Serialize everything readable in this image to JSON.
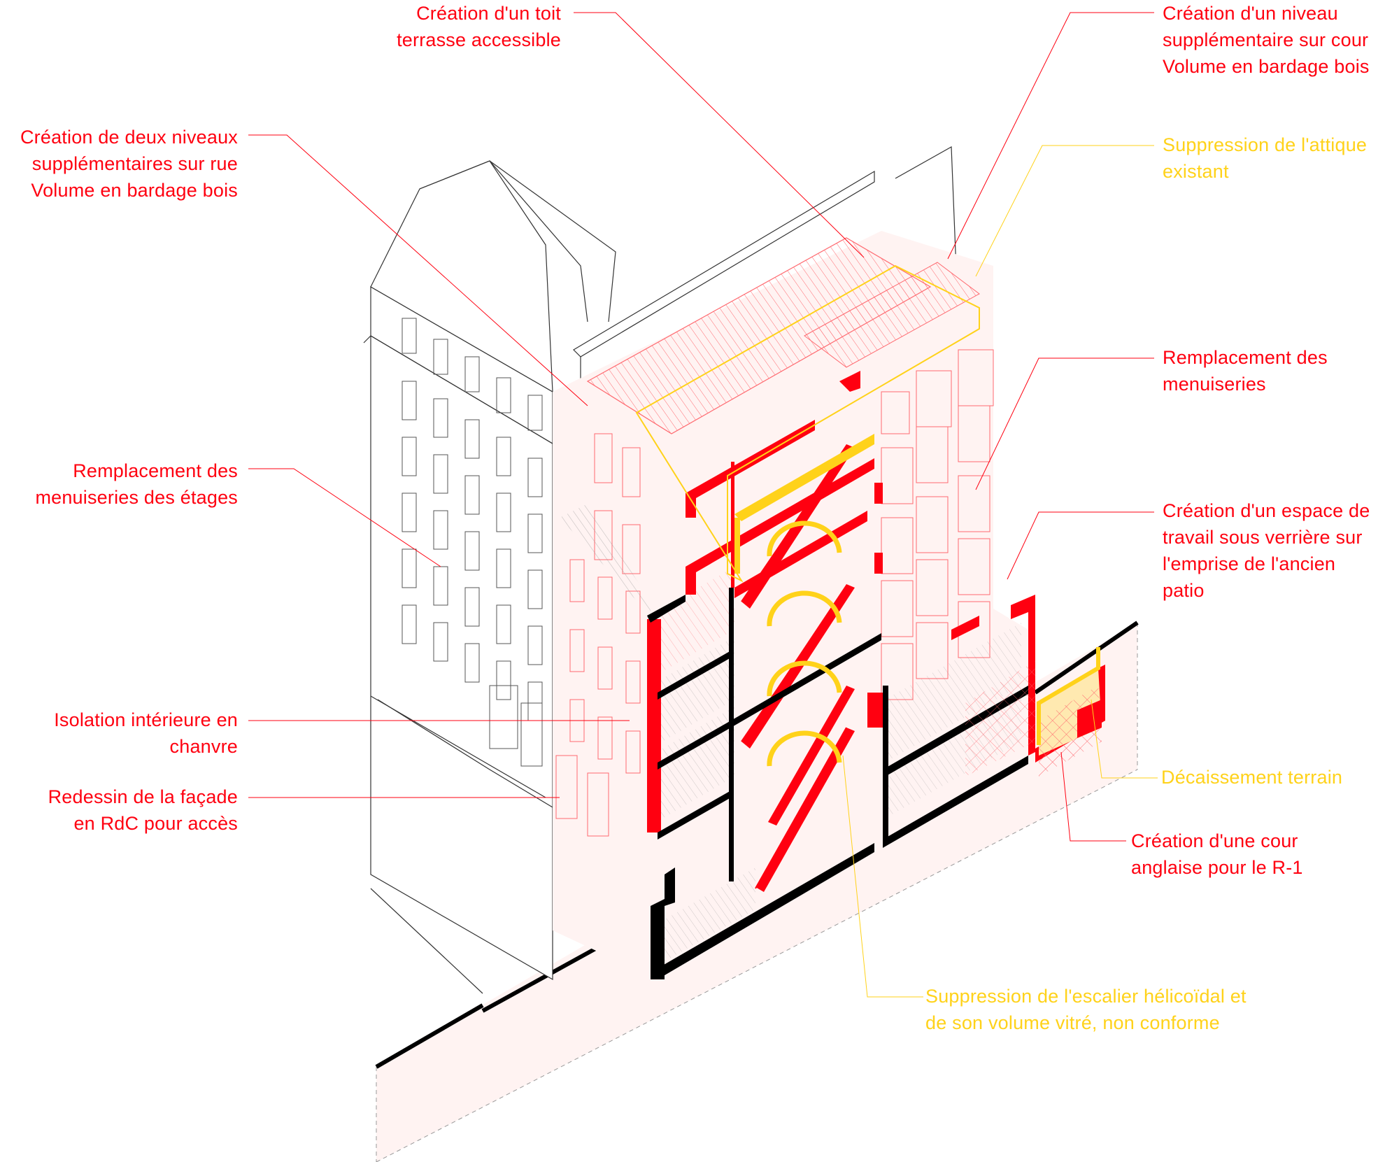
{
  "colors": {
    "new_work": "#ff0010",
    "removal": "#ffd21a",
    "existing": "#000000",
    "tint": "#fff3f2",
    "removal_fill": "#ffe9b0"
  },
  "legend_categories": {
    "new_work": "red",
    "removal": "yellow"
  },
  "annotations": [
    {
      "id": "toit-terrasse",
      "category": "new_work",
      "lines": [
        "Création d'un toit",
        "terrasse accessible"
      ]
    },
    {
      "id": "niveau-cour",
      "category": "new_work",
      "lines": [
        "Création d'un niveau",
        "supplémentaire sur cour",
        "Volume en bardage bois"
      ]
    },
    {
      "id": "niveaux-rue",
      "category": "new_work",
      "lines": [
        "Création de deux niveaux",
        "supplémentaires sur rue",
        "Volume en bardage bois"
      ]
    },
    {
      "id": "attique",
      "category": "removal",
      "lines": [
        "Suppression de l'attique",
        "existant"
      ]
    },
    {
      "id": "menuiseries",
      "category": "new_work",
      "lines": [
        "Remplacement des",
        "menuiseries"
      ]
    },
    {
      "id": "menuiseries-etages",
      "category": "new_work",
      "lines": [
        "Remplacement des",
        "menuiseries des étages"
      ]
    },
    {
      "id": "espace-travail",
      "category": "new_work",
      "lines": [
        "Création d'un espace de",
        "travail sous verrière sur",
        "l'emprise de l'ancien",
        "patio"
      ]
    },
    {
      "id": "isolation",
      "category": "new_work",
      "lines": [
        "Isolation intérieure en",
        "chanvre"
      ]
    },
    {
      "id": "facade-rdc",
      "category": "new_work",
      "lines": [
        "Redessin de la façade",
        "en RdC pour accès"
      ]
    },
    {
      "id": "decaissement",
      "category": "removal",
      "lines": [
        "Décaissement terrain"
      ]
    },
    {
      "id": "cour-anglaise",
      "category": "new_work",
      "lines": [
        "Création d'une cour",
        "anglaise pour le R-1"
      ]
    },
    {
      "id": "escalier",
      "category": "removal",
      "lines": [
        "Suppression de l'escalier hélicoïdal et",
        "de son volume vitré, non conforme"
      ]
    }
  ]
}
